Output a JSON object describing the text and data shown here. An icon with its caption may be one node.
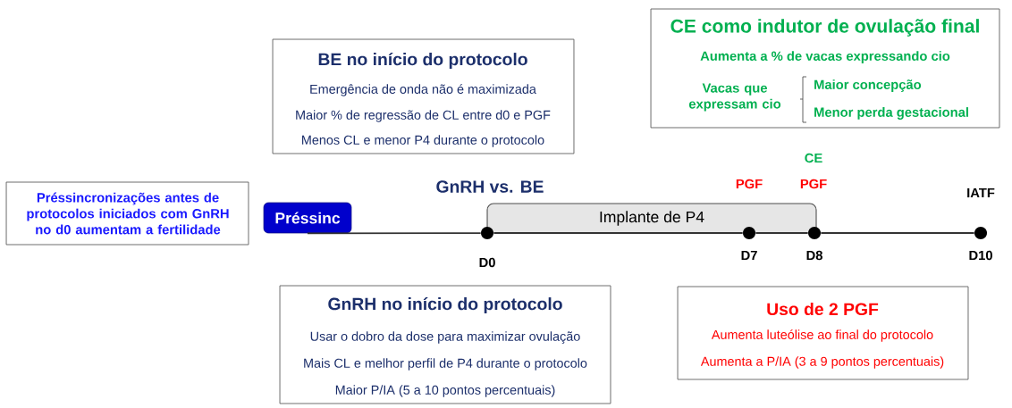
{
  "diagram": {
    "nodes": [
      {
        "text": [
          "BE no início do protocolo",
          "Emergência de onda não é maximizada",
          "Maior % de regressão de CL entre d0 e PGF",
          "Menos CL e menor P4 durante o protocolo"
        ]
      },
      {
        "text": [
          "CE como indutor de ovulação final",
          "Aumenta a % de vacas expressando cio",
          "Vacas que expressam cio",
          "Maior concepção",
          "Menor perda gestacional"
        ]
      },
      {
        "text": [
          "Préssincronizações antes de protocolos iniciados com GnRH no d0 aumentam a fertilidade"
        ]
      },
      {
        "text": [
          "Préssinc"
        ]
      },
      {
        "text": [
          "Implante de P4"
        ]
      },
      {
        "text": [
          "GnRH no início do protocolo",
          "Usar o dobro da dose para maximizar ovulação",
          "Mais CL e melhor perfil de P4 durante o protocolo",
          "Maior P/IA (5 a 10 pontos percentuais)"
        ]
      },
      {
        "text": [
          "Uso de 2 PGF",
          "Aumenta luteólise ao final do protocolo",
          "Aumenta a P/IA (3 a 9 pontos percentuais)"
        ]
      },
      {
        "text": [],
        "shape": "circle",
        "beside": [
          "D0"
        ]
      },
      {
        "text": [],
        "shape": "circle",
        "beside": [
          "D7"
        ]
      },
      {
        "text": [],
        "shape": "circle",
        "beside": [
          "D8"
        ]
      },
      {
        "text": [],
        "shape": "circle",
        "beside": [
          "D10"
        ]
      }
    ],
    "labels": [
      "CE",
      "GnRH vs. BE",
      "PGF",
      "PGF",
      "IATF"
    ],
    "edges": [
      {
        "from": 3,
        "to": 7,
        "arrow": "none"
      },
      {
        "from": 7,
        "to": 8,
        "arrow": "none"
      },
      {
        "from": 8,
        "to": 9,
        "arrow": "none"
      },
      {
        "from": 9,
        "to": 10,
        "arrow": "none"
      }
    ]
  }
}
